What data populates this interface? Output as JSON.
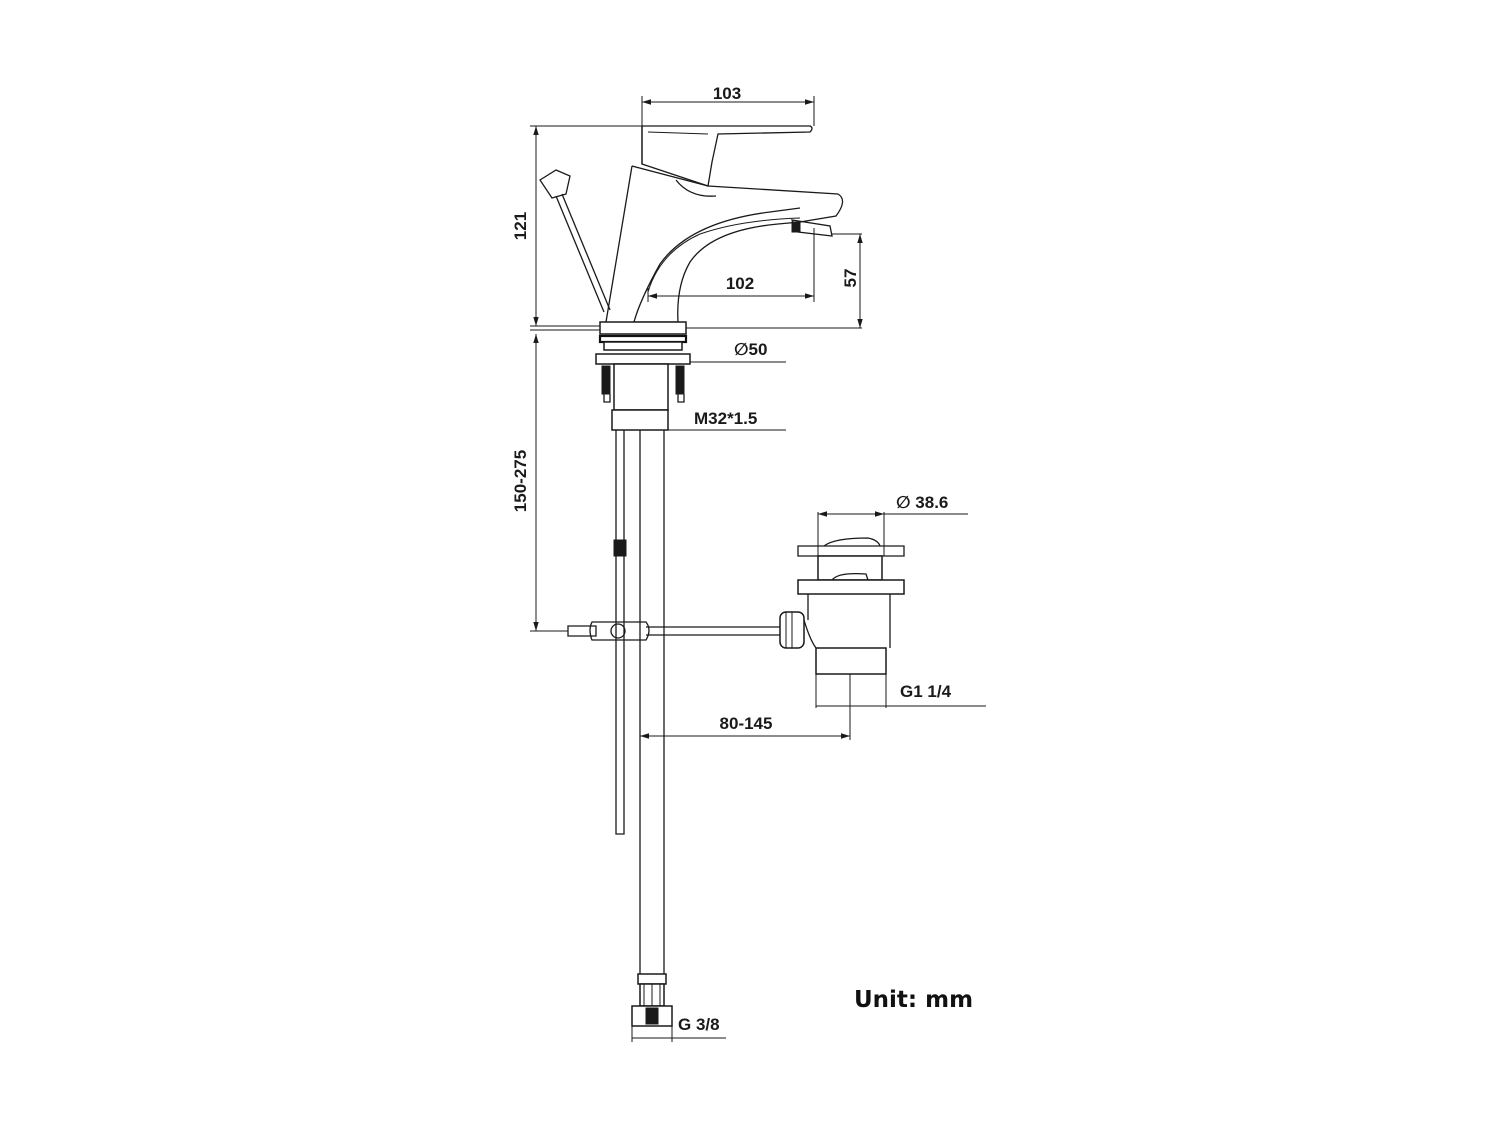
{
  "dimensions": {
    "lever_reach": "103",
    "height": "121",
    "spout_reach": "102",
    "spout_height": "57",
    "base_diameter": "∅50",
    "thread": "M32*1.5",
    "hose_length": "150-275",
    "plug_diameter": "∅ 38.6",
    "waste_thread": "G1 1/4",
    "rod_length": "80-145",
    "hose_thread": "G 3/8"
  },
  "unit_label": "Unit: mm"
}
